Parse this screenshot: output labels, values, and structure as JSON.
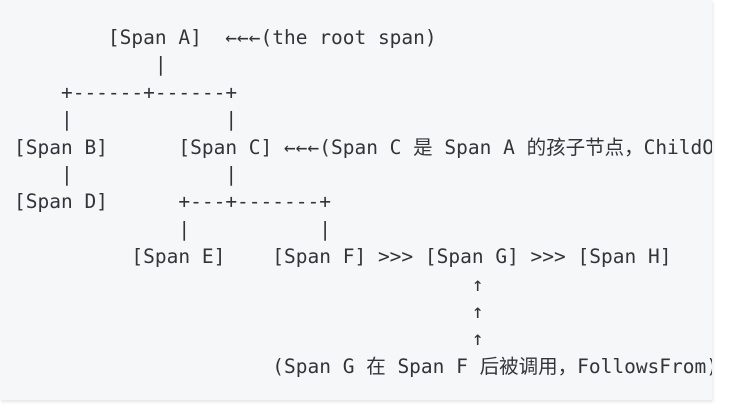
{
  "panel": {
    "background_color": "#f6f7f9",
    "text_color": "#333438",
    "page_background_color": "#ffffff"
  },
  "diagram": {
    "type": "ascii-art-tree",
    "title_semantics": "distributed tracing span relationship tree",
    "nodes": [
      "[Span A]",
      "[Span B]",
      "[Span C]",
      "[Span D]",
      "[Span E]",
      "[Span F]",
      "[Span G]",
      "[Span H]"
    ],
    "annotations": [
      "←←←(the root span)",
      "←←←(Span C 是 Span A 的孩子节点，ChildOf)",
      "(Span G 在 Span F 后被调用，FollowsFrom)"
    ],
    "relations": [
      {
        "from": "[Span A]",
        "to": "[Span B]",
        "kind": "ChildOf"
      },
      {
        "from": "[Span A]",
        "to": "[Span C]",
        "kind": "ChildOf"
      },
      {
        "from": "[Span B]",
        "to": "[Span D]",
        "kind": "ChildOf"
      },
      {
        "from": "[Span C]",
        "to": "[Span E]",
        "kind": "ChildOf"
      },
      {
        "from": "[Span C]",
        "to": "[Span F]",
        "kind": "ChildOf"
      },
      {
        "from": "[Span F]",
        "to": "[Span G]",
        "kind": "FollowsFrom"
      },
      {
        "from": "[Span G]",
        "to": "[Span H]",
        "kind": "FollowsFrom"
      }
    ],
    "lines": [
      "        [Span A]  ←←←(the root span)",
      "            |",
      "    +------+------+",
      "    |             |",
      "[Span B]      [Span C] ←←←(Span C 是 Span A 的孩子节点，ChildOf)",
      "    |             |",
      "[Span D]      +---+-------+",
      "              |           |",
      "          [Span E]    [Span F] >>> [Span G] >>> [Span H]",
      "                                       ↑",
      "                                       ↑",
      "                                       ↑",
      "                      (Span G 在 Span F 后被调用，FollowsFrom)"
    ],
    "text": "        [Span A]  ←←←(the root span)\n            |\n    +------+------+\n    |             |\n[Span B]      [Span C] ←←←(Span C 是 Span A 的孩子节点，ChildOf)\n    |             |\n[Span D]      +---+-------+\n              |           |\n          [Span E]    [Span F] >>> [Span G] >>> [Span H]\n                                       ↑\n                                       ↑\n                                       ↑\n                      (Span G 在 Span F 后被调用，FollowsFrom)"
  }
}
